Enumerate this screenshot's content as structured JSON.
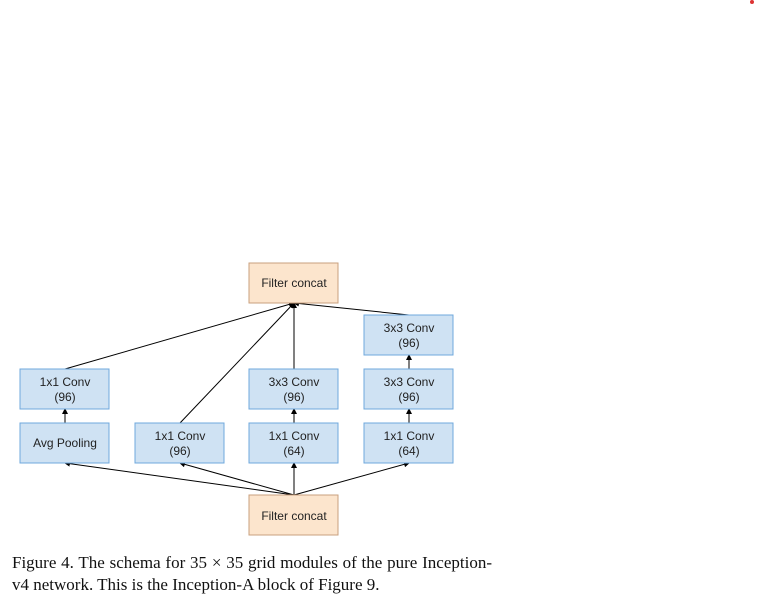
{
  "colors": {
    "concat_fill": "#fce5cd",
    "concat_stroke": "#c9a07e",
    "conv_fill": "#cfe2f3",
    "conv_stroke": "#6fa8dc",
    "edge": "#000000"
  },
  "nodes": {
    "concat_top": {
      "line1": "Filter concat"
    },
    "concat_bottom": {
      "line1": "Filter concat"
    },
    "b1_conv1x1": {
      "line1": "1x1 Conv",
      "line2": "(96)"
    },
    "b1_avgpool": {
      "line1": "Avg Pooling"
    },
    "b2_conv1x1": {
      "line1": "1x1 Conv",
      "line2": "(96)"
    },
    "b3_conv3x3": {
      "line1": "3x3 Conv",
      "line2": "(96)"
    },
    "b3_conv1x1": {
      "line1": "1x1 Conv",
      "line2": "(64)"
    },
    "b4_conv3x3_top": {
      "line1": "3x3 Conv",
      "line2": "(96)"
    },
    "b4_conv3x3_mid": {
      "line1": "3x3 Conv",
      "line2": "(96)"
    },
    "b4_conv1x1": {
      "line1": "1x1 Conv",
      "line2": "(64)"
    }
  },
  "caption": "Figure 4. The schema for 35 × 35 grid modules of the pure Inception-v4 network. This is the Inception-A block of Figure 9."
}
